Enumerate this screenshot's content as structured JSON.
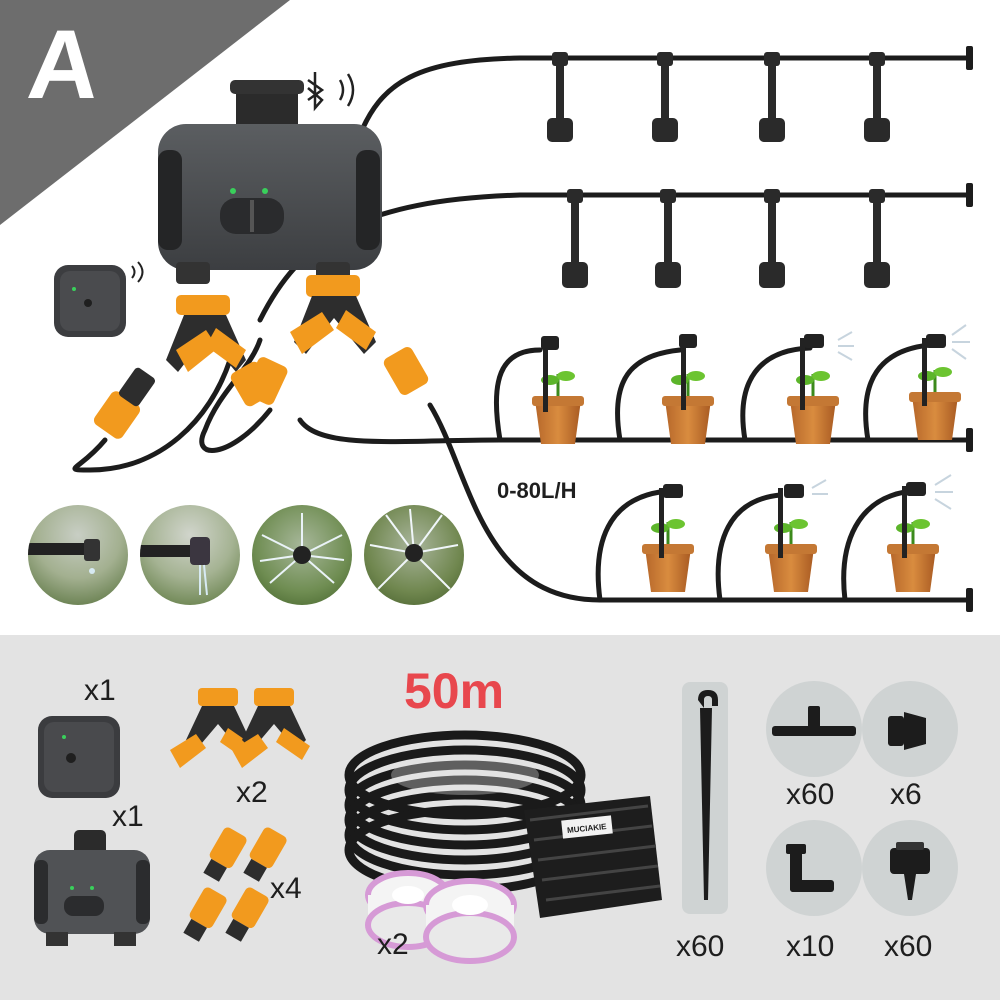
{
  "badge": {
    "letter": "A"
  },
  "diagram": {
    "flow_rate": "0-80L/H"
  },
  "package": {
    "hose_length": "50m",
    "tape_brand": "MUCIAKIE",
    "items": {
      "hub_qty": "x1",
      "timer_qty": "x1",
      "y_splitter_qty": "x2",
      "connector_qty": "x4",
      "tape_qty": "x2",
      "stake_qty": "x60",
      "tee_qty": "x60",
      "plug_qty": "x6",
      "elbow_qty": "x10",
      "dripper_qty": "x60"
    }
  },
  "colors": {
    "accent_orange": "#f29a1e",
    "title_red": "#e8474d",
    "panel_gray": "#e3e3e3",
    "device_gray": "#4b4d50"
  }
}
